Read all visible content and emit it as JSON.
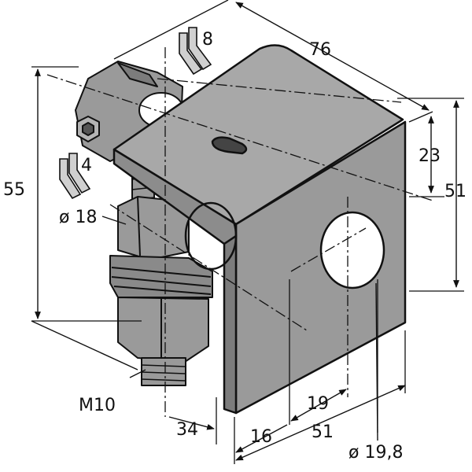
{
  "dimensions": {
    "width_76": "76",
    "height_55": "55",
    "height_51": "51",
    "height_23": "23",
    "wrench_8": "8",
    "hex_4": "4",
    "dia_18": "ø 18",
    "thread_m10": "M10",
    "offset_34": "34",
    "offset_16": "16",
    "offset_19": "19",
    "depth_51": "51",
    "hole_19_8": "ø 19,8"
  },
  "colors": {
    "part_fill": "#9a9a9a",
    "part_dark": "#7c7c7c",
    "part_light": "#b4b4b4",
    "line": "#111111"
  }
}
